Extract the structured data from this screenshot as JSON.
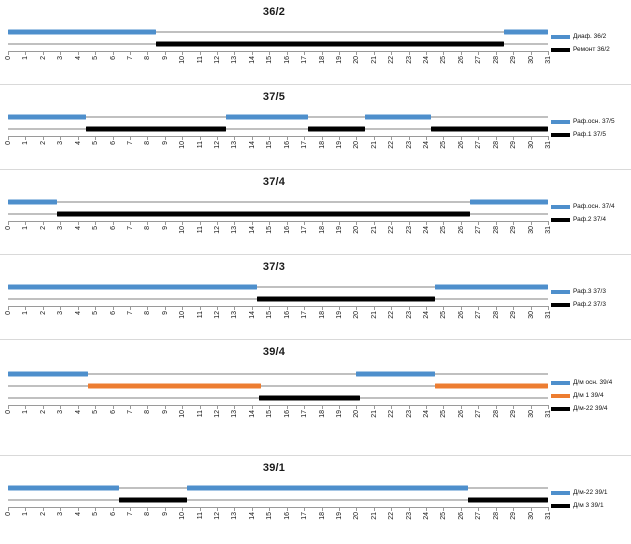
{
  "page": {
    "kind": "gantt-timeline-panels",
    "axis_min": 0,
    "axis_max": 31,
    "tick_labels": [
      "0",
      "1",
      "2",
      "3",
      "4",
      "5",
      "6",
      "7",
      "8",
      "9",
      "10",
      "11",
      "12",
      "13",
      "14",
      "15",
      "16",
      "17",
      "18",
      "19",
      "20",
      "21",
      "22",
      "23",
      "24",
      "25",
      "26",
      "27",
      "28",
      "29",
      "30",
      "31"
    ]
  },
  "colors": {
    "blue": "#4E8FCC",
    "orange": "#ED7D31",
    "black": "#000000",
    "baseline": "#808080",
    "axis": "#9A9A9A",
    "divider": "#D9D9D9"
  },
  "chart_data": [
    {
      "type": "bar",
      "title": "36/2",
      "xlabel": "",
      "ylabel": "",
      "xlim": [
        0,
        31
      ],
      "grid": false,
      "legend_position": "right",
      "categories": [
        "0",
        "1",
        "2",
        "3",
        "4",
        "5",
        "6",
        "7",
        "8",
        "9",
        "10",
        "11",
        "12",
        "13",
        "14",
        "15",
        "16",
        "17",
        "18",
        "19",
        "20",
        "21",
        "22",
        "23",
        "24",
        "25",
        "26",
        "27",
        "28",
        "29",
        "30",
        "31"
      ],
      "series": [
        {
          "name": "Диаф. 36/2",
          "color": "#4E8FCC",
          "lane": 0,
          "intervals": [
            [
              0,
              8.5
            ],
            [
              28.5,
              31
            ]
          ]
        },
        {
          "name": "Ремонт 36/2",
          "color": "#000000",
          "lane": 1,
          "intervals": [
            [
              8.5,
              28.5
            ]
          ]
        }
      ]
    },
    {
      "type": "bar",
      "title": "37/5",
      "xlabel": "",
      "ylabel": "",
      "xlim": [
        0,
        31
      ],
      "grid": false,
      "legend_position": "right",
      "categories": [
        "0",
        "1",
        "2",
        "3",
        "4",
        "5",
        "6",
        "7",
        "8",
        "9",
        "10",
        "11",
        "12",
        "13",
        "14",
        "15",
        "16",
        "17",
        "18",
        "19",
        "20",
        "21",
        "22",
        "23",
        "24",
        "25",
        "26",
        "27",
        "28",
        "29",
        "30",
        "31"
      ],
      "series": [
        {
          "name": "Раф.осн. 37/5",
          "color": "#4E8FCC",
          "lane": 0,
          "intervals": [
            [
              0,
              4.5
            ],
            [
              12.5,
              17.2
            ],
            [
              20.5,
              24.3
            ]
          ]
        },
        {
          "name": "Раф.1 37/5",
          "color": "#000000",
          "lane": 1,
          "intervals": [
            [
              4.5,
              12.5
            ],
            [
              17.2,
              20.5
            ],
            [
              24.3,
              31
            ]
          ]
        }
      ]
    },
    {
      "type": "bar",
      "title": "37/4",
      "xlabel": "",
      "ylabel": "",
      "xlim": [
        0,
        31
      ],
      "grid": false,
      "legend_position": "right",
      "categories": [
        "0",
        "1",
        "2",
        "3",
        "4",
        "5",
        "6",
        "7",
        "8",
        "9",
        "10",
        "11",
        "12",
        "13",
        "14",
        "15",
        "16",
        "17",
        "18",
        "19",
        "20",
        "21",
        "22",
        "23",
        "24",
        "25",
        "26",
        "27",
        "28",
        "29",
        "30",
        "31"
      ],
      "series": [
        {
          "name": "Раф.осн. 37/4",
          "color": "#4E8FCC",
          "lane": 0,
          "intervals": [
            [
              0,
              2.8
            ],
            [
              26.5,
              31
            ]
          ]
        },
        {
          "name": "Раф.2 37/4",
          "color": "#000000",
          "lane": 1,
          "intervals": [
            [
              2.8,
              26.5
            ]
          ]
        }
      ]
    },
    {
      "type": "bar",
      "title": "37/3",
      "xlabel": "",
      "ylabel": "",
      "xlim": [
        0,
        31
      ],
      "grid": false,
      "legend_position": "right",
      "categories": [
        "0",
        "1",
        "2",
        "3",
        "4",
        "5",
        "6",
        "7",
        "8",
        "9",
        "10",
        "11",
        "12",
        "13",
        "14",
        "15",
        "16",
        "17",
        "18",
        "19",
        "20",
        "21",
        "22",
        "23",
        "24",
        "25",
        "26",
        "27",
        "28",
        "29",
        "30",
        "31"
      ],
      "series": [
        {
          "name": "Раф.3 37/3",
          "color": "#4E8FCC",
          "lane": 0,
          "intervals": [
            [
              0,
              14.3
            ],
            [
              24.5,
              31
            ]
          ]
        },
        {
          "name": "Раф.2 37/3",
          "color": "#000000",
          "lane": 1,
          "intervals": [
            [
              14.3,
              24.5
            ]
          ]
        }
      ]
    },
    {
      "type": "bar",
      "title": "39/4",
      "xlabel": "",
      "ylabel": "",
      "xlim": [
        0,
        31
      ],
      "grid": false,
      "legend_position": "right",
      "categories": [
        "0",
        "1",
        "2",
        "3",
        "4",
        "5",
        "6",
        "7",
        "8",
        "9",
        "10",
        "11",
        "12",
        "13",
        "14",
        "15",
        "16",
        "17",
        "18",
        "19",
        "20",
        "21",
        "22",
        "23",
        "24",
        "25",
        "26",
        "27",
        "28",
        "29",
        "30",
        "31"
      ],
      "series": [
        {
          "name": "Д/м осн. 39/4",
          "color": "#4E8FCC",
          "lane": 0,
          "intervals": [
            [
              0,
              4.6
            ],
            [
              20.0,
              24.5
            ]
          ]
        },
        {
          "name": "Д/м 1 39/4",
          "color": "#ED7D31",
          "lane": 1,
          "intervals": [
            [
              4.6,
              14.5
            ],
            [
              24.5,
              31
            ]
          ]
        },
        {
          "name": "Д/м-22 39/4",
          "color": "#000000",
          "lane": 2,
          "intervals": [
            [
              14.4,
              20.2
            ]
          ]
        }
      ]
    },
    {
      "type": "bar",
      "title": "39/1",
      "xlabel": "",
      "ylabel": "",
      "xlim": [
        0,
        31
      ],
      "grid": false,
      "legend_position": "right",
      "categories": [
        "0",
        "1",
        "2",
        "3",
        "4",
        "5",
        "6",
        "7",
        "8",
        "9",
        "10",
        "11",
        "12",
        "13",
        "14",
        "15",
        "16",
        "17",
        "18",
        "19",
        "20",
        "21",
        "22",
        "23",
        "24",
        "25",
        "26",
        "27",
        "28",
        "29",
        "30",
        "31"
      ],
      "series": [
        {
          "name": "Д/м-22 39/1",
          "color": "#4E8FCC",
          "lane": 0,
          "intervals": [
            [
              0,
              6.4
            ],
            [
              10.3,
              26.4
            ]
          ]
        },
        {
          "name": "Д/м 3 39/1",
          "color": "#000000",
          "lane": 1,
          "intervals": [
            [
              6.4,
              10.3
            ],
            [
              26.4,
              31
            ]
          ]
        }
      ]
    }
  ]
}
